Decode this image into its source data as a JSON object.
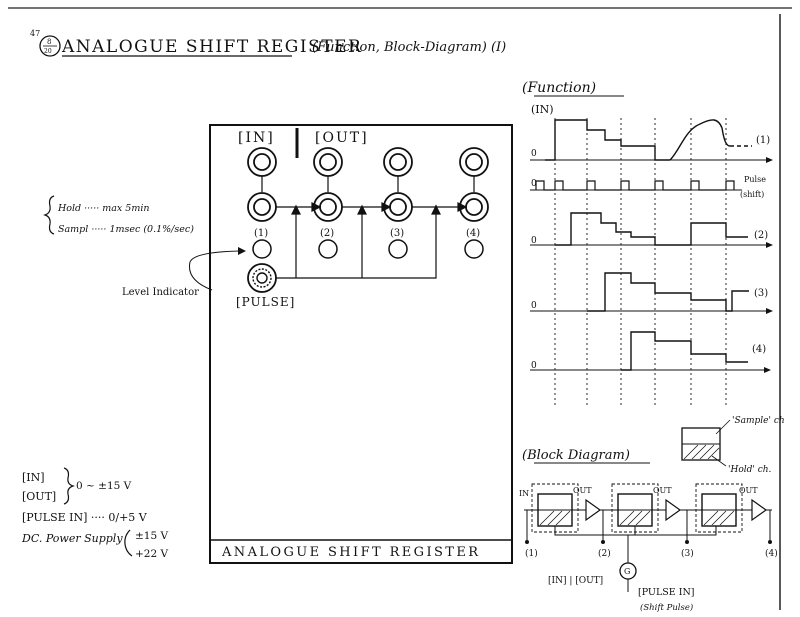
{
  "header": {
    "page_no": "47",
    "date_num": "8",
    "date_den": "20",
    "title": "ANALOGUE SHIFT REGISTER",
    "subtitle": "(Function, Block-Diagram) (I)"
  },
  "panel": {
    "in_label": "[IN]",
    "out_label": "[OUT]",
    "channel_labels": [
      "(1)",
      "(2)",
      "(3)",
      "(4)"
    ],
    "pulse_label": "[PULSE]",
    "level_indicator": "Level Indicator",
    "hold_spec": "Hold ····· max 5min",
    "sample_spec": "Sampl ····· 1msec (0.1%/sec)",
    "nameplate": "ANALOGUE SHIFT REGISTER"
  },
  "specs": {
    "in": "[IN]",
    "out": "[OUT]",
    "range": "0 ~ ±15 V",
    "pulse_in": "[PULSE IN] ···· 0/+5 V",
    "dc_label": "DC. Power Supply",
    "dc_v1": "±15 V",
    "dc_v2": "+22 V"
  },
  "function": {
    "title": "(Function)",
    "in_label": "(IN)",
    "zero": "0",
    "trace_labels": [
      "(1)",
      "(2)",
      "(3)",
      "(4)"
    ],
    "pulse_label": "Pulse",
    "pulse_sub": "(shift)"
  },
  "block": {
    "title": "(Block Diagram)",
    "sample_ch": "'Sample' ch",
    "hold_ch": "'Hold' ch.",
    "in_label": "IN",
    "out_label": "OUT",
    "stage_labels": [
      "(1)",
      "(2)",
      "(3)",
      "(4)"
    ],
    "bottom_in_out": "[IN] | [OUT]",
    "pulse_in": "[PULSE IN]",
    "pulse_sub": "(Shift Pulse)"
  }
}
